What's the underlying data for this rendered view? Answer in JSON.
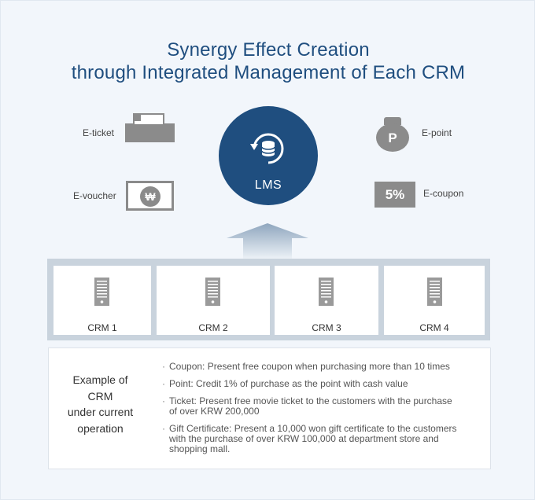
{
  "title": {
    "line1": "Synergy Effect Creation",
    "line2": "through Integrated Management of Each CRM"
  },
  "features": {
    "eticket": "E-ticket",
    "evoucher": "E-voucher",
    "evoucher_symbol": "₩",
    "epoint": "E-point",
    "epoint_symbol": "P",
    "ecoupon": "E-coupon",
    "ecoupon_text": "5%"
  },
  "center": {
    "label": "LMS"
  },
  "crms": [
    {
      "label": "CRM 1"
    },
    {
      "label": "CRM 2"
    },
    {
      "label": "CRM 3"
    },
    {
      "label": "CRM 4"
    }
  ],
  "example": {
    "title_lines": [
      "Example of",
      "CRM",
      "under current",
      "operation"
    ],
    "items": [
      {
        "lines": [
          "Coupon: Present free coupon when purchasing more than 10 times"
        ]
      },
      {
        "lines": [
          "Point: Credit 1% of purchase as the point with cash value"
        ]
      },
      {
        "lines": [
          "Ticket: Present free movie ticket to the customers with the purchase",
          "of over KRW 200,000"
        ]
      },
      {
        "lines": [
          "Gift Certificate: Present a 10,000 won gift certificate to the customers",
          "with the purchase of over KRW 100,000 at department store and",
          "shopping mall."
        ]
      }
    ]
  },
  "colors": {
    "accent": "#1f4e7f",
    "icon_gray": "#8b8b8b",
    "band": "#c9d3dd",
    "background": "#f2f6fb"
  }
}
